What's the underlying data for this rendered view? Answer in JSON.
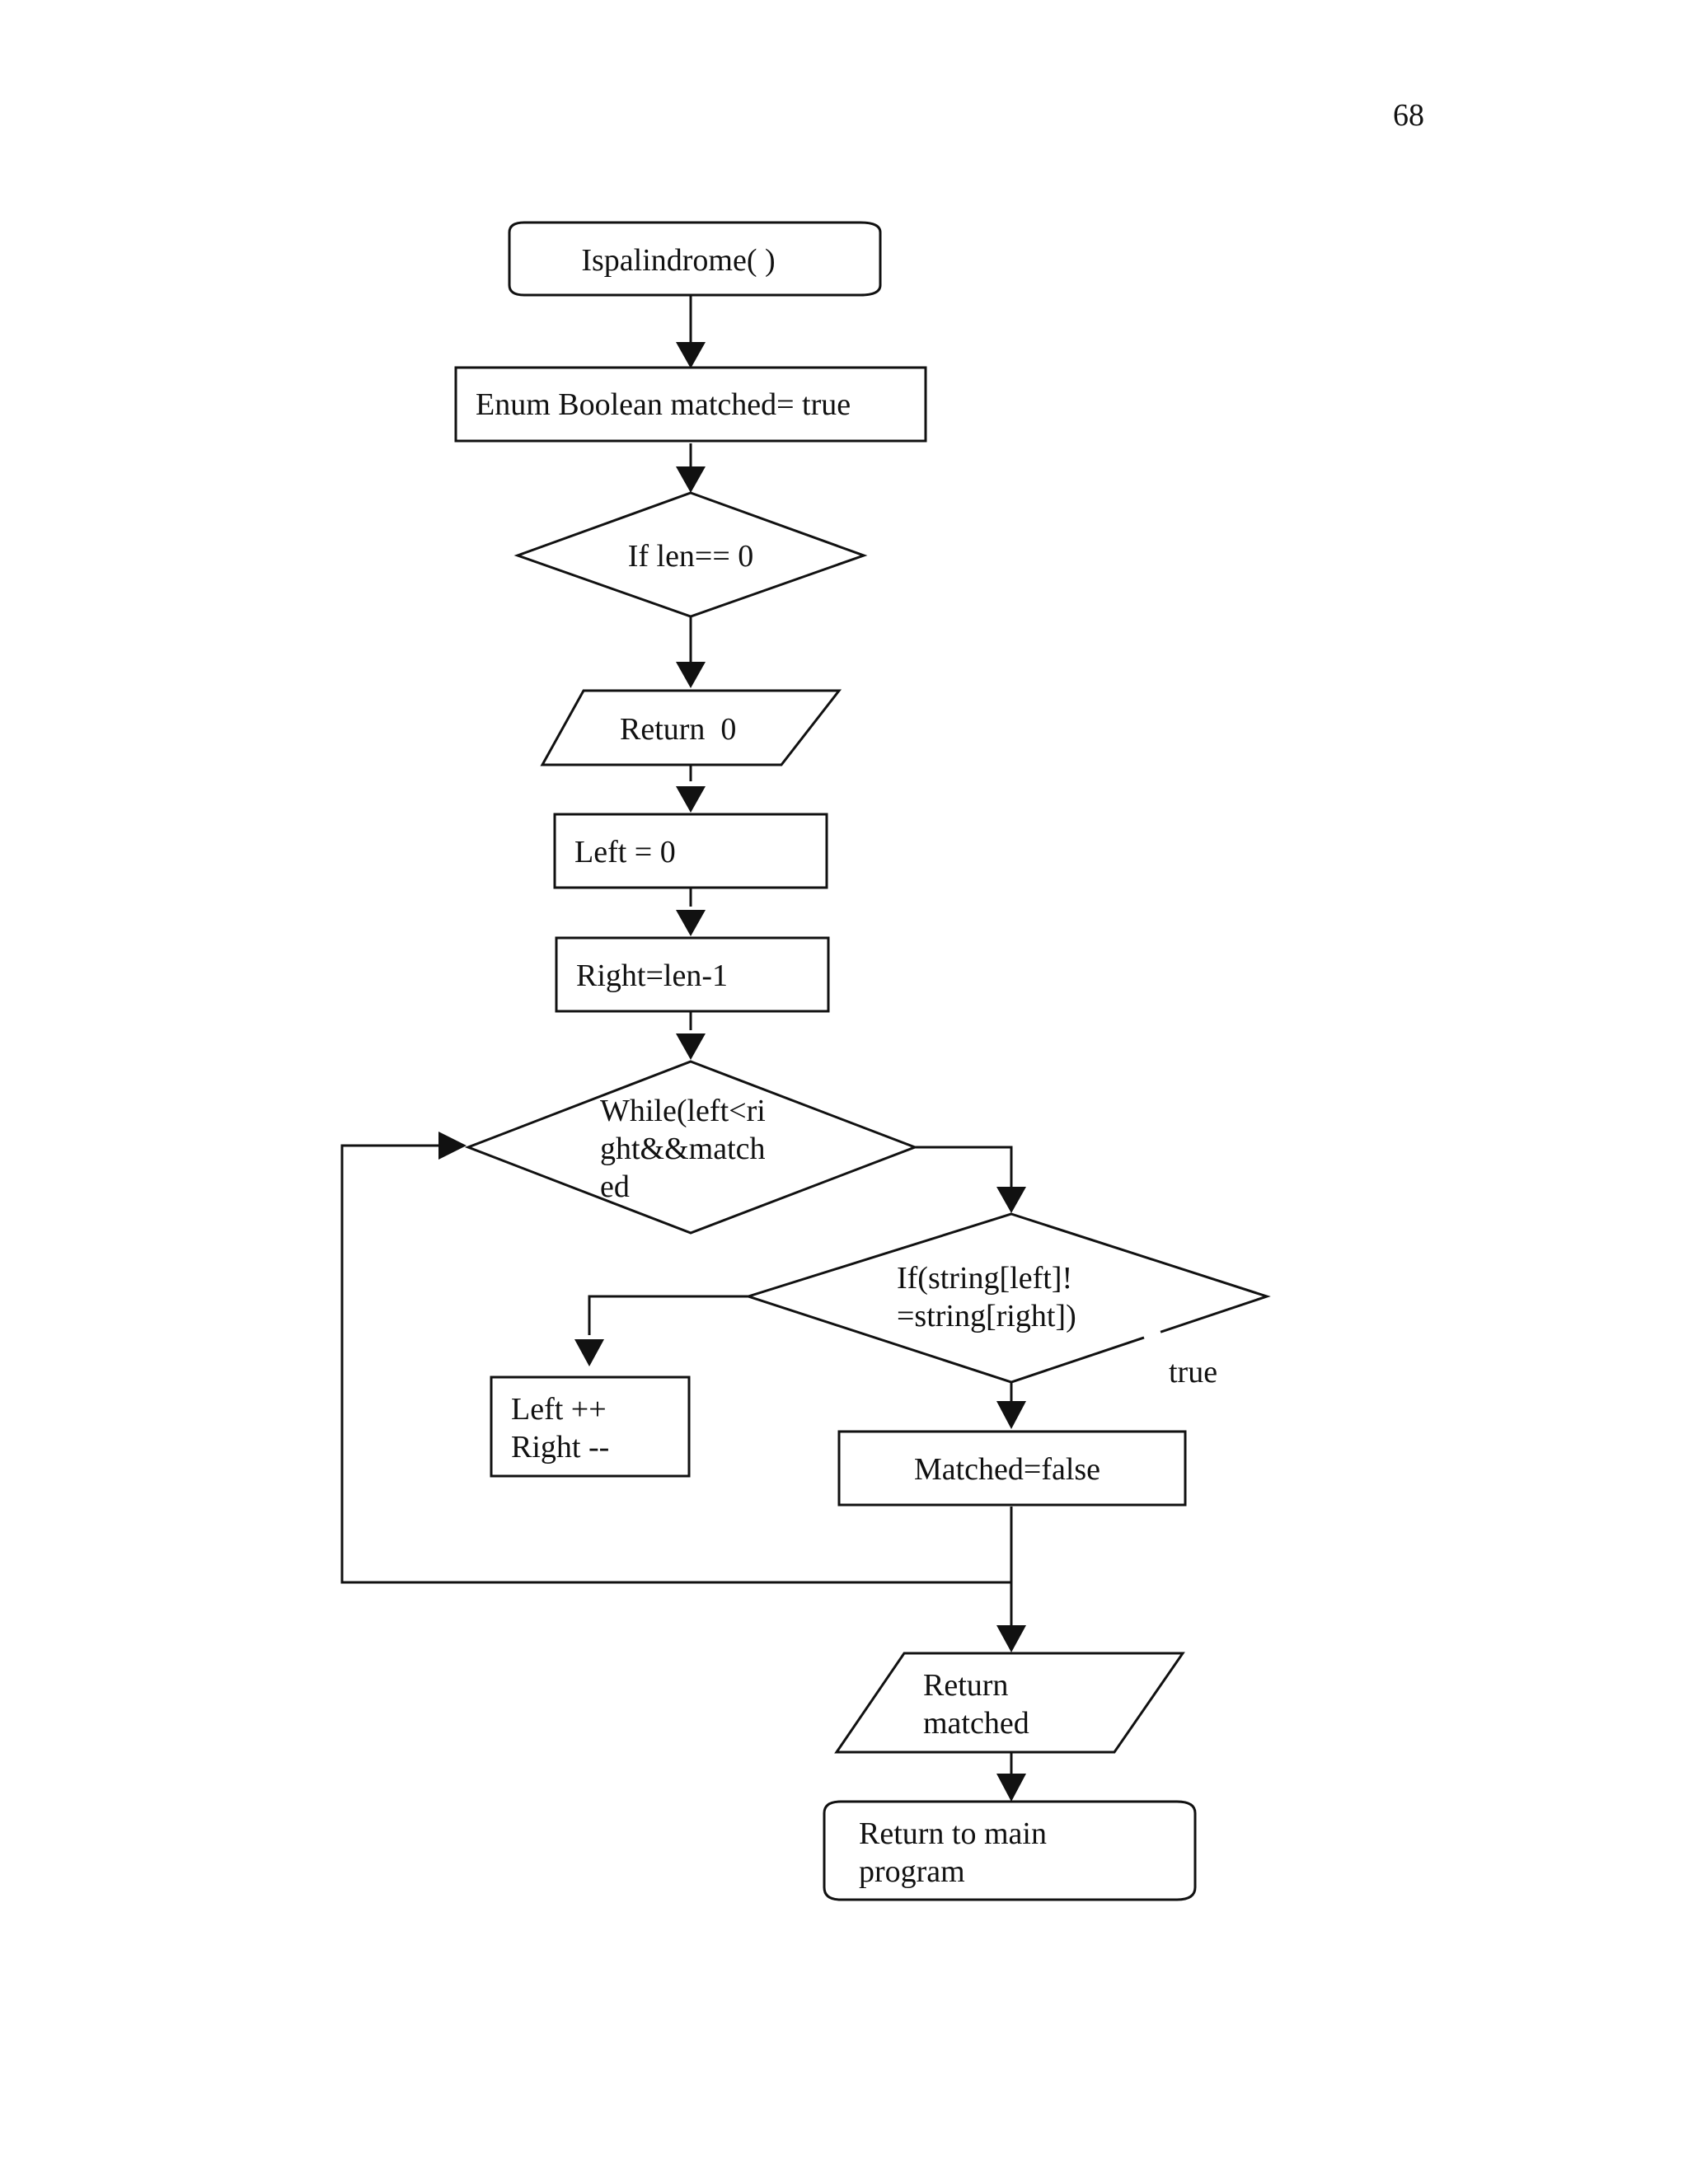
{
  "page": {
    "number": "68"
  },
  "flowchart": {
    "start": "Ispalindrome( )",
    "init": "Enum Boolean matched= true",
    "check_len": "If len== 0",
    "return_zero": "Return  0",
    "left_init": "Left = 0",
    "right_init": "Right=len-1",
    "while_lines": [
      "While(left<ri",
      "ght&&match",
      "ed"
    ],
    "compare_lines": [
      "If(string[left]!",
      "=string[right])"
    ],
    "true_label": "true",
    "step_lines": [
      "Left ++",
      "Right --"
    ],
    "set_false": "Matched=false",
    "return_matched_lines": [
      "Return",
      "matched"
    ],
    "end_lines": [
      "Return to main",
      "program"
    ]
  }
}
